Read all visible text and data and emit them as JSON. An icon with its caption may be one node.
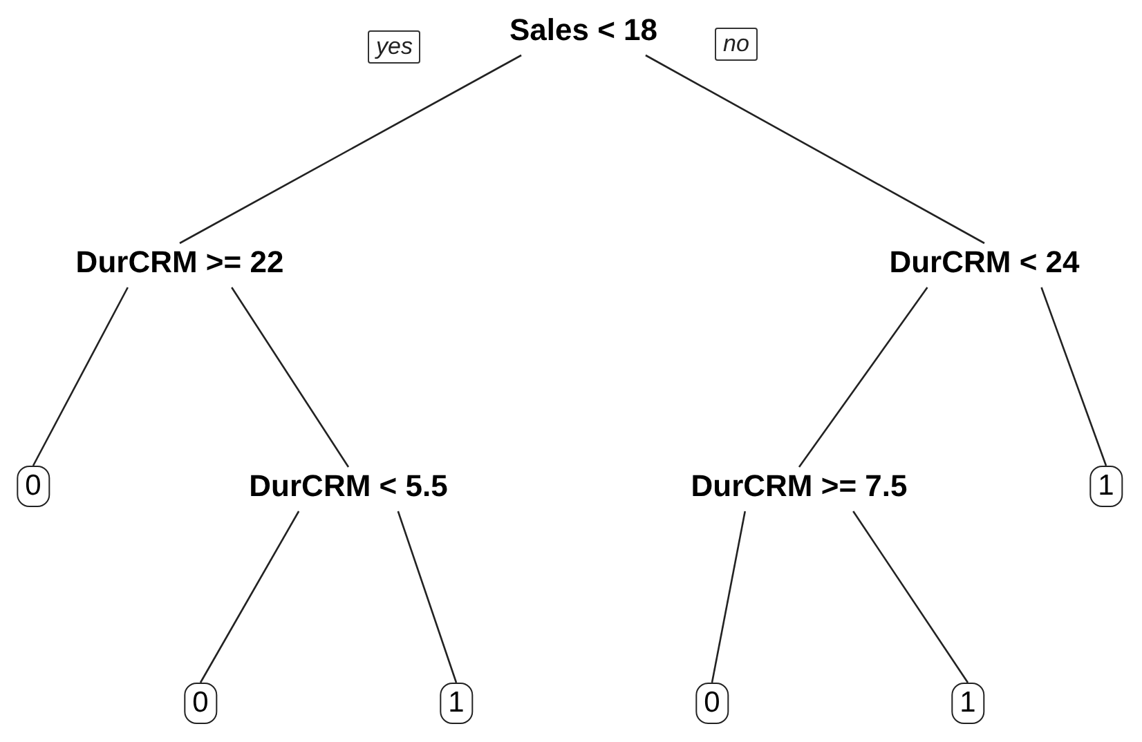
{
  "diagram": {
    "nodes": [
      {
        "text": [
          "Sales < 18"
        ]
      },
      {
        "text": [
          "DurCRM >= 22"
        ]
      },
      {
        "text": [
          "DurCRM < 24"
        ]
      },
      {
        "text": [
          "0"
        ]
      },
      {
        "text": [
          "DurCRM < 5.5"
        ]
      },
      {
        "text": [
          "DurCRM >= 7.5"
        ]
      },
      {
        "text": [
          "1"
        ]
      },
      {
        "text": [
          "0"
        ]
      },
      {
        "text": [
          "1"
        ]
      },
      {
        "text": [
          "0"
        ]
      },
      {
        "text": [
          "1"
        ]
      }
    ],
    "edges": [
      {
        "from": 0,
        "to": 1,
        "arrow": "none",
        "label": "yes"
      },
      {
        "from": 0,
        "to": 2,
        "arrow": "none",
        "label": "no"
      },
      {
        "from": 1,
        "to": 3,
        "arrow": "none"
      },
      {
        "from": 1,
        "to": 4,
        "arrow": "none"
      },
      {
        "from": 2,
        "to": 5,
        "arrow": "none"
      },
      {
        "from": 2,
        "to": 6,
        "arrow": "none"
      },
      {
        "from": 4,
        "to": 7,
        "arrow": "none"
      },
      {
        "from": 4,
        "to": 8,
        "arrow": "none"
      },
      {
        "from": 5,
        "to": 9,
        "arrow": "none"
      },
      {
        "from": 5,
        "to": 10,
        "arrow": "none"
      }
    ]
  }
}
